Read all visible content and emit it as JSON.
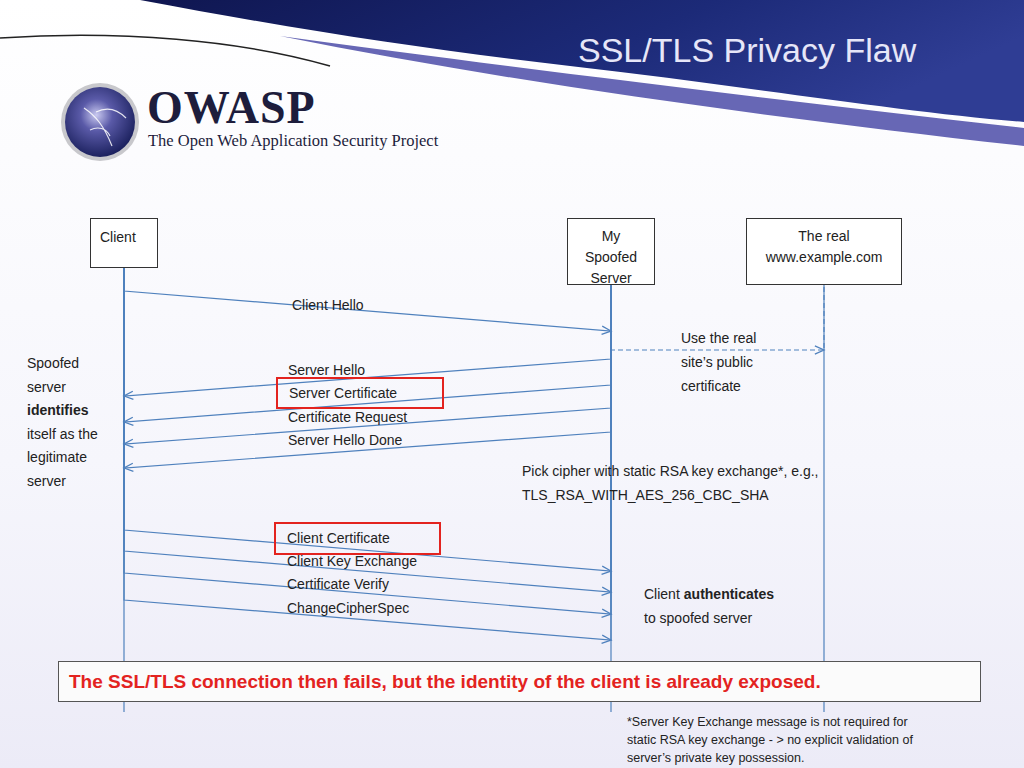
{
  "diagram": {
    "title": "SSL/TLS Privacy Flaw",
    "nodes": [
      {
        "text": [
          "Client"
        ]
      },
      {
        "text": [
          "My Spoofed Server"
        ]
      },
      {
        "text": [
          "The real www.example.com"
        ]
      },
      {
        "text": [
          "Server Certificate"
        ]
      },
      {
        "text": [
          "Client Certificate"
        ]
      },
      {
        "text": [
          "The SSL/TLS connection then fails, but the identity of the client is already exposed."
        ]
      }
    ],
    "edges": [
      {
        "from": 0,
        "to": 1,
        "label": "Client Hello",
        "arrow": "to"
      },
      {
        "from": 1,
        "to": 2,
        "label": "Use the real site’s public certificate",
        "arrow": "to"
      },
      {
        "from": 1,
        "to": 0,
        "label": "Server Hello",
        "arrow": "to"
      },
      {
        "from": 1,
        "to": 0,
        "arrow": "to"
      },
      {
        "from": 1,
        "to": 0,
        "label": "Certificate Request",
        "arrow": "to"
      },
      {
        "from": 1,
        "to": 0,
        "label": "Server Hello Done",
        "arrow": "to"
      },
      {
        "from": 0,
        "to": 1,
        "arrow": "to"
      },
      {
        "from": 0,
        "to": 1,
        "label": "Client Key Exchange",
        "arrow": "to"
      },
      {
        "from": 0,
        "to": 1,
        "label": "Certificate Verify",
        "arrow": "to"
      },
      {
        "from": 0,
        "to": 1,
        "label": "ChangeCipherSpec",
        "arrow": "to"
      }
    ],
    "labels": [
      "OWASP",
      "The Open Web Application Security Project",
      "Spoofed server",
      "identifies",
      "itself as the legitimate server",
      "Pick cipher with static RSA key exchange*, e.g., TLS_RSA_WITH_AES_256_CBC_SHA",
      "Client",
      "authenticates",
      "to spoofed server",
      "*Server Key Exchange message is not required for static RSA key exchange - > no explicit validation of server’s private key possession."
    ]
  }
}
